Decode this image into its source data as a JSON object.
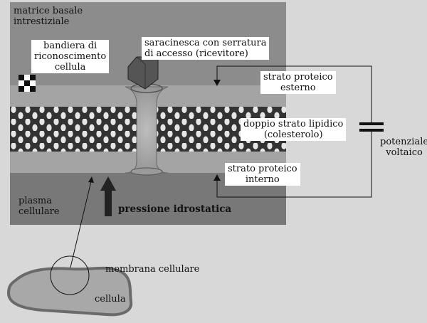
{
  "labels": {
    "matrice": [
      "matrice basale",
      "intrestiziale"
    ],
    "bandiera": [
      "bandiera di",
      "riconoscimento",
      "cellula"
    ],
    "saracinesca": [
      "saracinesca con serratura",
      "di accesso (ricevitore)"
    ],
    "strato_esterno": [
      "strato proteico",
      "esterno"
    ],
    "doppio_strato": [
      "doppio strato lipidico",
      "(colesterolo)"
    ],
    "strato_interno": [
      "strato proteico",
      "interno"
    ],
    "potenziale": [
      "potenziale",
      "voltaico"
    ],
    "plasma": [
      "plasma",
      "cellulare"
    ],
    "pressione": "pressione idrostatica",
    "membrana": "membrana cellulare",
    "cellula": "cellula"
  },
  "colors": {
    "page_bg": "#d8d8d8",
    "matrix": "#8c8c8c",
    "protein": "#a4a4a4",
    "plasma": "#787878",
    "lipid_dark": "#333333",
    "lipid_head": "#e6e6e6",
    "channel": "#a8a8a8",
    "cell_fill": "#a8a8a8",
    "cell_edge": "#6a6a6a"
  }
}
